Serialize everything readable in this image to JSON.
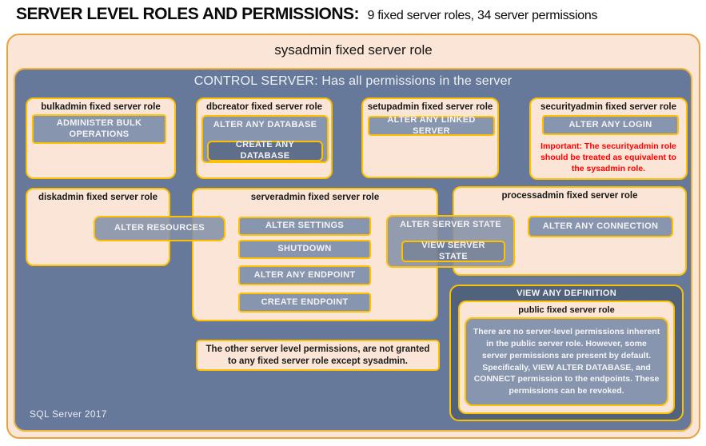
{
  "title": {
    "main": "SERVER LEVEL ROLES AND PERMISSIONS:",
    "subtitle": "9 fixed server roles, 34 server permissions"
  },
  "sysadmin_label": "sysadmin fixed server role",
  "control_server_label": "CONTROL SERVER: Has all permissions in the server",
  "roles": {
    "bulkadmin": {
      "title": "bulkadmin fixed server role",
      "permission": "ADMINISTER BULK OPERATIONS"
    },
    "dbcreator": {
      "title": "dbcreator fixed server role",
      "permission": "ALTER ANY DATABASE",
      "nested_permission": "CREATE ANY DATABASE"
    },
    "setupadmin": {
      "title": "setupadmin fixed server role",
      "permission": "ALTER ANY LINKED SERVER"
    },
    "securityadmin": {
      "title": "securityadmin fixed server role",
      "permission": "ALTER ANY LOGIN",
      "warning": "Important: The securityadmin role should be treated as equivalent to the sysadmin role."
    },
    "diskadmin": {
      "title": "diskadmin fixed server role",
      "permission": "ALTER RESOURCES"
    },
    "serveradmin": {
      "title": "serveradmin fixed server role",
      "permissions": [
        "ALTER SETTINGS",
        "SHUTDOWN",
        "ALTER ANY ENDPOINT",
        "CREATE ENDPOINT"
      ],
      "permission": "ALTER SERVER STATE",
      "nested_permission": "VIEW SERVER STATE"
    },
    "processadmin": {
      "title": "processadmin fixed server role",
      "permission": "ALTER ANY CONNECTION"
    },
    "public": {
      "banner": "VIEW ANY DEFINITION",
      "title": "public fixed server role",
      "description": "There are no server-level permissions inherent in the public server role. However, some server permissions are present by default. Specifically, VIEW ALTER DATABASE, and CONNECT permission to the endpoints. These permissions can be revoked."
    }
  },
  "note": "The other server level permissions, are not granted to any fixed server role except sysadmin.",
  "footer": "SQL Server 2017",
  "colors": {
    "peach": "#FBE5D6",
    "gold_border": "#FFC000",
    "orange_border": "#E8A33D",
    "background_blue": "#67799B",
    "button_slate": "#8795AF",
    "nested_dark": "#5F6E89",
    "definition_panel": "#50627C",
    "warning_red": "#FF0000"
  }
}
